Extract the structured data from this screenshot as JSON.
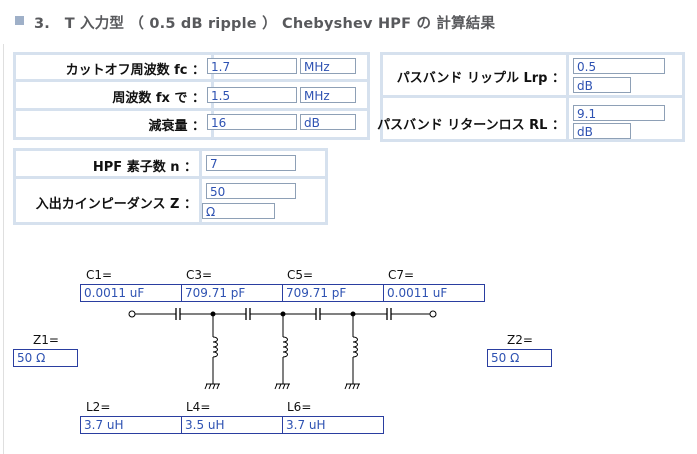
{
  "header": {
    "title": "3.　T 入力型 （ 0.5 dB ripple ） Chebyshev HPF の 計算結果"
  },
  "left_params": [
    {
      "label": "カットオフ周波数 fc ：",
      "value": "1.7",
      "unit": "MHz"
    },
    {
      "label": "周波数 fx で ：",
      "value": "1.5",
      "unit": "MHz"
    },
    {
      "label": "減衰量 ：",
      "value": "16",
      "unit": "dB"
    }
  ],
  "right_params": [
    {
      "label": "パスバンド リップル Lrp ：",
      "value": "0.5",
      "unit": "dB"
    },
    {
      "label": "パスバンド リターンロス RL ：",
      "value": "9.1",
      "unit": "dB"
    }
  ],
  "order": {
    "label": "HPF 素子数 n ：",
    "value": "7"
  },
  "impedance": {
    "label": "入出カインピーダンス Z ：",
    "value": "50",
    "unit": "Ω"
  },
  "circuit": {
    "capacitors": [
      {
        "label": "C1=",
        "value": "0.0011 uF"
      },
      {
        "label": "C3=",
        "value": "709.71 pF"
      },
      {
        "label": "C5=",
        "value": "709.71 pF"
      },
      {
        "label": "C7=",
        "value": "0.0011 uF"
      }
    ],
    "inductors": [
      {
        "label": "L2=",
        "value": "3.7 uH"
      },
      {
        "label": "L4=",
        "value": "3.5 uH"
      },
      {
        "label": "L6=",
        "value": "3.7 uH"
      }
    ],
    "z_in": {
      "label": "Z1=",
      "value": "50 Ω"
    },
    "z_out": {
      "label": "Z2=",
      "value": "50 Ω"
    }
  },
  "colors": {
    "panel_bg": "#d6e1ee",
    "value_text": "#2e52b2",
    "header_text": "#58595c"
  }
}
